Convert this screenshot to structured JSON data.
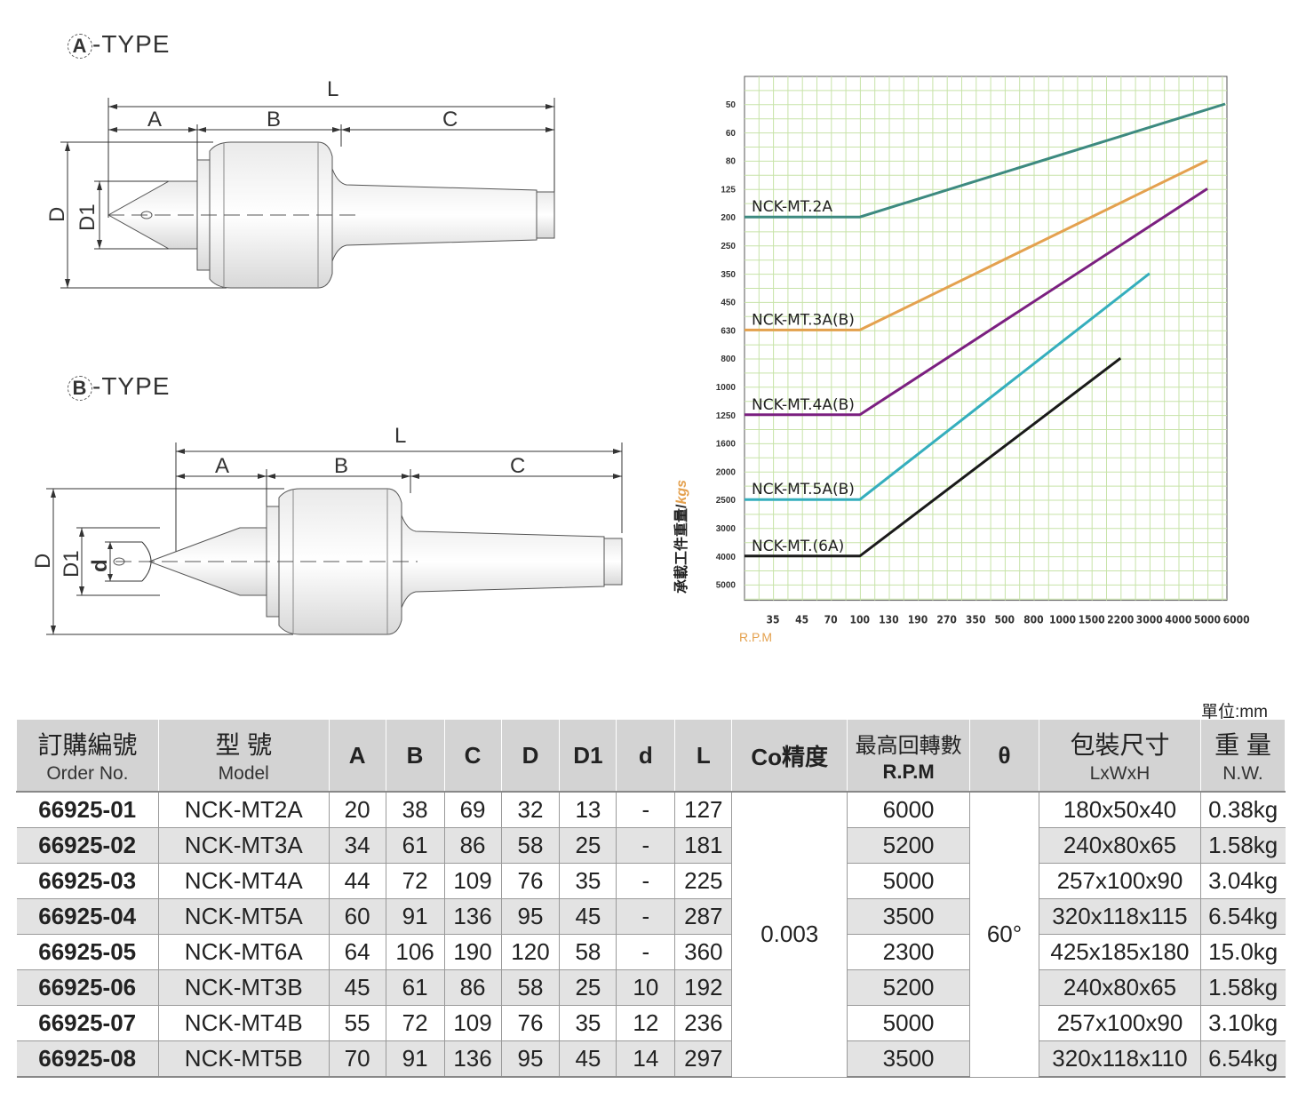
{
  "a_type": {
    "circle": "A",
    "suffix": "-TYPE"
  },
  "b_type": {
    "circle": "B",
    "suffix": "-TYPE"
  },
  "dims": {
    "L": "L",
    "A": "A",
    "B": "B",
    "C": "C",
    "D": "D",
    "D1": "D1",
    "d": "d"
  },
  "chart_data": {
    "type": "line",
    "xlabel": "R.P.M",
    "ylabel_zh": "承載工件重量/",
    "ylabel_unit": "kgs",
    "x_ticks": [
      "35",
      "45",
      "70",
      "100",
      "130",
      "190",
      "270",
      "350",
      "500",
      "800",
      "1000",
      "1500",
      "2200",
      "3000",
      "4000",
      "5000",
      "6000"
    ],
    "y_ticks": [
      "50",
      "60",
      "80",
      "125",
      "200",
      "250",
      "350",
      "450",
      "630",
      "800",
      "1000",
      "1250",
      "1600",
      "2000",
      "2500",
      "3000",
      "4000",
      "5000"
    ],
    "series": [
      {
        "name": "NCK-MT.2A",
        "color": "#3d8a80",
        "points": [
          [
            "35",
            200
          ],
          [
            "100",
            200
          ],
          [
            "6000",
            50
          ]
        ]
      },
      {
        "name": "NCK-MT.3A(B)",
        "color": "#e4a14f",
        "points": [
          [
            "35",
            630
          ],
          [
            "100",
            630
          ],
          [
            "5000",
            80
          ]
        ]
      },
      {
        "name": "NCK-MT.4A(B)",
        "color": "#7b2080",
        "points": [
          [
            "35",
            1250
          ],
          [
            "100",
            1250
          ],
          [
            "5000",
            125
          ]
        ]
      },
      {
        "name": "NCK-MT.5A(B)",
        "color": "#35aebd",
        "points": [
          [
            "35",
            2500
          ],
          [
            "100",
            2500
          ],
          [
            "3000",
            350
          ]
        ]
      },
      {
        "name": "NCK-MT.(6A)",
        "color": "#1a1a1a",
        "points": [
          [
            "35",
            4000
          ],
          [
            "100",
            4000
          ],
          [
            "2200",
            800
          ]
        ]
      }
    ]
  },
  "table": {
    "unit": "單位:mm",
    "headers": {
      "order_zh": "訂購編號",
      "order_en": "Order No.",
      "model_zh": "型 號",
      "model_en": "Model",
      "a": "A",
      "b": "B",
      "c": "C",
      "d_big": "D",
      "d1": "D1",
      "d_small": "d",
      "l": "L",
      "co": "Co精度",
      "rpm_zh": "最高回轉數",
      "rpm_en": "R.P.M",
      "theta": "θ",
      "pack_zh": "包裝尺寸",
      "pack_en": "LxWxH",
      "nw_zh": "重 量",
      "nw_en": "N.W."
    },
    "co_value": "0.003",
    "theta_value": "60°",
    "rows": [
      {
        "order": "66925-01",
        "model": "NCK-MT2A",
        "a": "20",
        "b": "38",
        "c": "69",
        "D": "32",
        "d1": "13",
        "d": "-",
        "l": "127",
        "rpm": "6000",
        "pack": "180x50x40",
        "nw": "0.38kg"
      },
      {
        "order": "66925-02",
        "model": "NCK-MT3A",
        "a": "34",
        "b": "61",
        "c": "86",
        "D": "58",
        "d1": "25",
        "d": "-",
        "l": "181",
        "rpm": "5200",
        "pack": "240x80x65",
        "nw": "1.58kg"
      },
      {
        "order": "66925-03",
        "model": "NCK-MT4A",
        "a": "44",
        "b": "72",
        "c": "109",
        "D": "76",
        "d1": "35",
        "d": "-",
        "l": "225",
        "rpm": "5000",
        "pack": "257x100x90",
        "nw": "3.04kg"
      },
      {
        "order": "66925-04",
        "model": "NCK-MT5A",
        "a": "60",
        "b": "91",
        "c": "136",
        "D": "95",
        "d1": "45",
        "d": "-",
        "l": "287",
        "rpm": "3500",
        "pack": "320x118x115",
        "nw": "6.54kg"
      },
      {
        "order": "66925-05",
        "model": "NCK-MT6A",
        "a": "64",
        "b": "106",
        "c": "190",
        "D": "120",
        "d1": "58",
        "d": "-",
        "l": "360",
        "rpm": "2300",
        "pack": "425x185x180",
        "nw": "15.0kg"
      },
      {
        "order": "66925-06",
        "model": "NCK-MT3B",
        "a": "45",
        "b": "61",
        "c": "86",
        "D": "58",
        "d1": "25",
        "d": "10",
        "l": "192",
        "rpm": "5200",
        "pack": "240x80x65",
        "nw": "1.58kg"
      },
      {
        "order": "66925-07",
        "model": "NCK-MT4B",
        "a": "55",
        "b": "72",
        "c": "109",
        "D": "76",
        "d1": "35",
        "d": "12",
        "l": "236",
        "rpm": "5000",
        "pack": "257x100x90",
        "nw": "3.10kg"
      },
      {
        "order": "66925-08",
        "model": "NCK-MT5B",
        "a": "70",
        "b": "91",
        "c": "136",
        "D": "95",
        "d1": "45",
        "d": "14",
        "l": "297",
        "rpm": "3500",
        "pack": "320x118x110",
        "nw": "6.54kg"
      }
    ]
  }
}
